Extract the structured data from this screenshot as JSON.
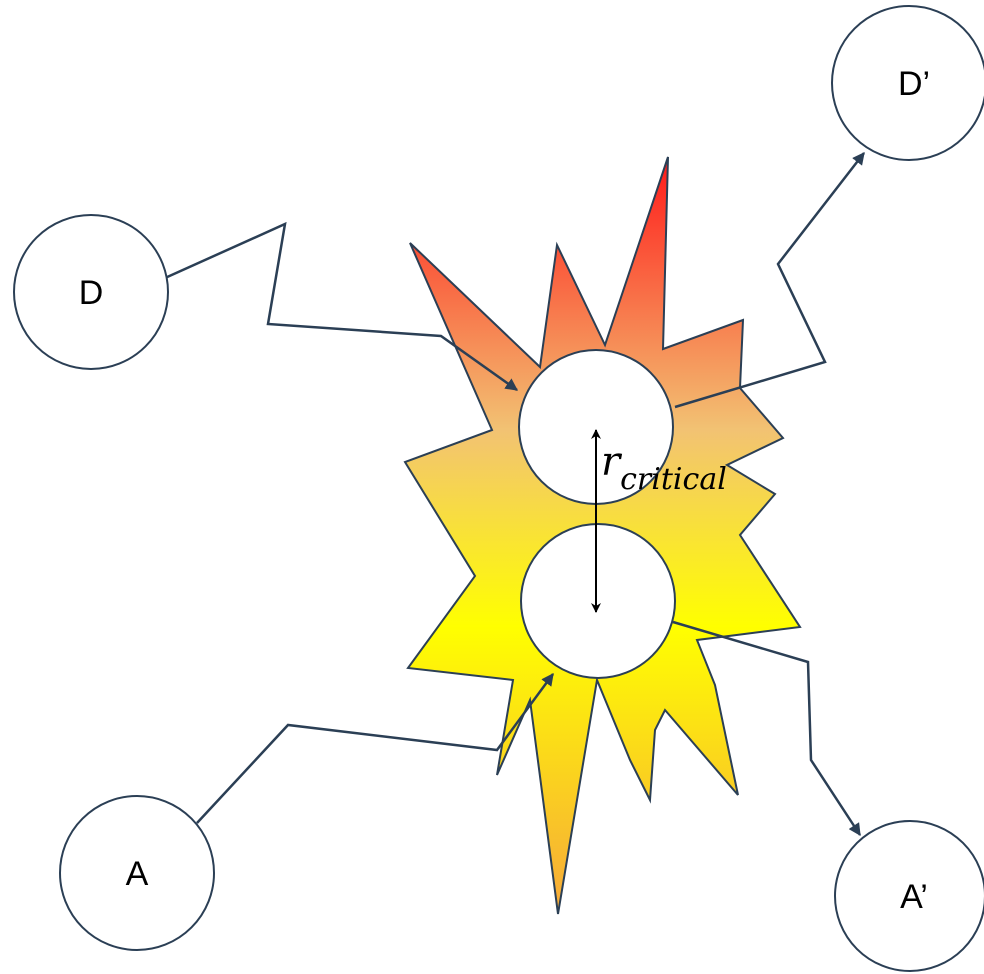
{
  "nodes": {
    "d_label": "D",
    "d_prime_label": "D’",
    "a_label": "A",
    "a_prime_label": "A’"
  },
  "distance": {
    "symbol": "r",
    "subscript": "critical"
  },
  "colors": {
    "outline": "#2b3f55",
    "burst_top": "#ff1a1a",
    "burst_middle": "#ffff00",
    "burst_bottom": "#f6a93b"
  },
  "icons": {
    "burst": "explosion-burst-icon",
    "arrowhead": "arrowhead-icon"
  }
}
